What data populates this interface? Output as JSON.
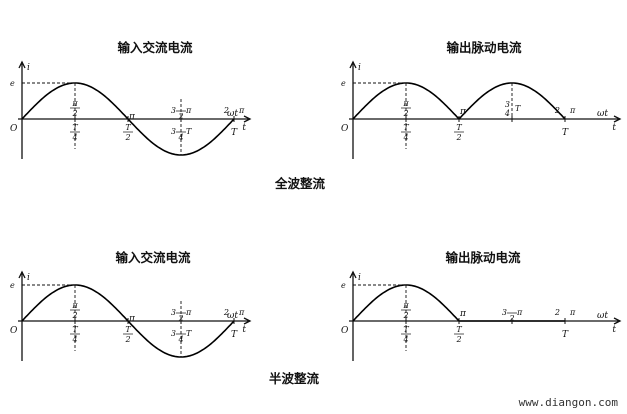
{
  "watermark": "www.diangon.com",
  "panels": [
    {
      "id": "full-input",
      "title": "输入交流电流",
      "mode": "full-sine",
      "y_label": "i",
      "y_max_label": "e",
      "origin_label": "O",
      "x_axis_labels": [
        "ωt",
        "t"
      ],
      "angle_ticks": [
        {
          "num": "π",
          "den": "2"
        },
        {
          "plain": "π"
        },
        {
          "prefix": "3",
          "num": "",
          "den": "2",
          "suffix": "π"
        },
        {
          "prefix": "2",
          "suffix": "π"
        }
      ],
      "time_ticks": [
        {
          "num": "T",
          "den": "4"
        },
        {
          "num": "T",
          "den": "2"
        },
        {
          "prefix": "3",
          "num": "",
          "den": "4",
          "suffix": "T"
        },
        {
          "plain": "T"
        }
      ]
    },
    {
      "id": "full-output",
      "title": "输出脉动电流",
      "mode": "full-rectified",
      "y_label": "i",
      "y_max_label": "e",
      "origin_label": "O",
      "x_axis_labels": [
        "ωt",
        "t"
      ],
      "angle_ticks": [
        {
          "num": "π",
          "den": "2"
        },
        {
          "plain": "π"
        },
        {
          "prefix": "",
          "num": "",
          "den": "",
          "suffix": ""
        },
        {
          "prefix": "2",
          "suffix": "π"
        }
      ],
      "time_ticks": [
        {
          "num": "T",
          "den": "4"
        },
        {
          "num": "T",
          "den": "2"
        },
        {
          "plain": "T"
        }
      ],
      "mid_marks": [
        "3",
        "4",
        "T"
      ]
    },
    {
      "id": "half-input",
      "title": "输入交流电流",
      "mode": "full-sine",
      "y_label": "i",
      "y_max_label": "e",
      "origin_label": "O",
      "x_axis_labels": [
        "ωt",
        "t"
      ],
      "angle_ticks": [
        {
          "num": "π",
          "den": "2"
        },
        {
          "plain": "π"
        },
        {
          "prefix": "3",
          "num": "",
          "den": "2",
          "suffix": "π"
        },
        {
          "prefix": "2",
          "suffix": "π"
        }
      ],
      "time_ticks": [
        {
          "num": "T",
          "den": "4"
        },
        {
          "num": "T",
          "den": "2"
        },
        {
          "prefix": "3",
          "num": "",
          "den": "4",
          "suffix": "T"
        },
        {
          "plain": "T"
        }
      ]
    },
    {
      "id": "half-output",
      "title": "输出脉动电流",
      "mode": "half-rectified",
      "y_label": "i",
      "y_max_label": "e",
      "origin_label": "O",
      "x_axis_labels": [
        "ωt",
        "t"
      ],
      "angle_ticks": [
        {
          "num": "π",
          "den": "2"
        },
        {
          "plain": "π"
        },
        {
          "prefix": "3",
          "num": "",
          "den": "2",
          "suffix": "π"
        },
        {
          "prefix": "2",
          "suffix": "π"
        }
      ],
      "time_ticks": [
        {
          "num": "T",
          "den": "4"
        },
        {
          "num": "T",
          "den": "2"
        },
        {
          "plain": "T"
        }
      ]
    }
  ],
  "section_labels": {
    "full_wave": "全波整流",
    "half_wave": "半波整流"
  }
}
